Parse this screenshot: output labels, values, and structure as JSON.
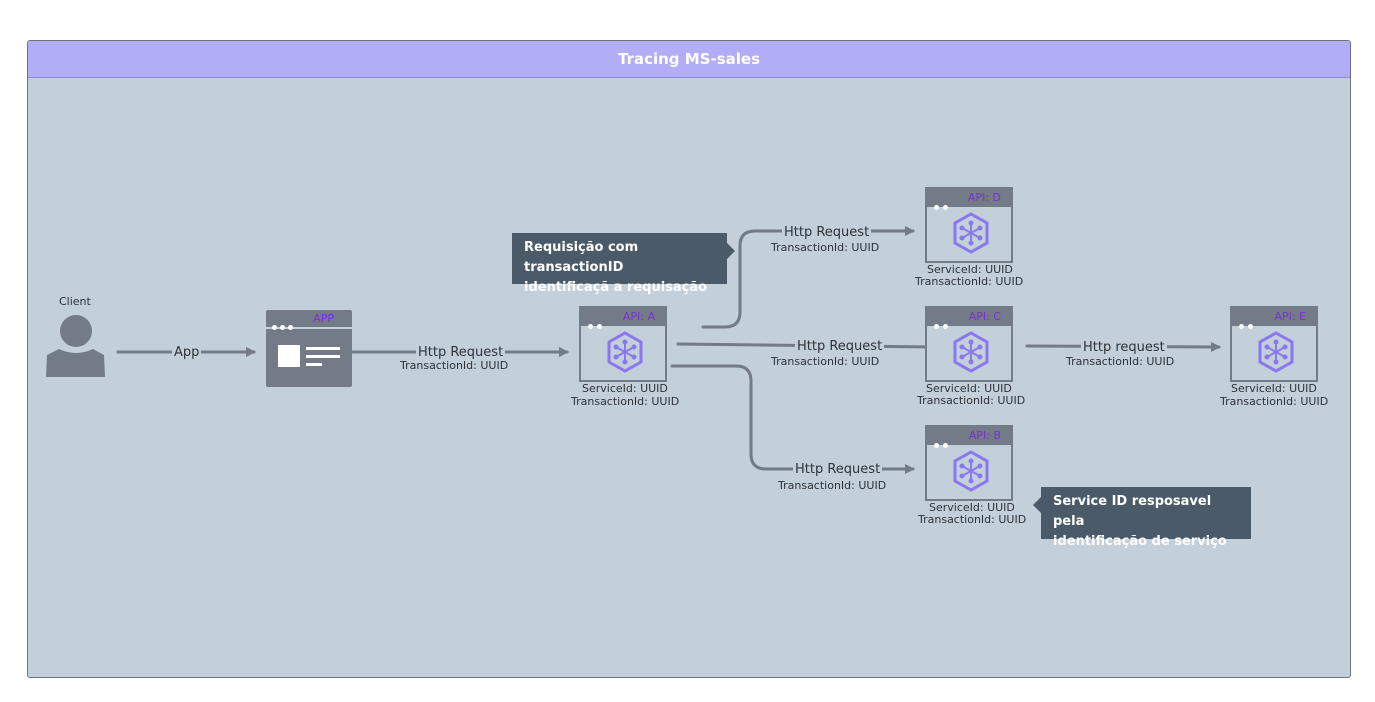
{
  "title": "Tracing MS-sales",
  "client": {
    "label": "Client"
  },
  "app": {
    "label": "APP"
  },
  "edges": {
    "client_app": "App",
    "app_a": {
      "label": "Http Request",
      "sub": "TransactionId: UUID"
    },
    "a_d": {
      "label": "Http Request",
      "sub": "TransactionId: UUID"
    },
    "a_c": {
      "label": "Http Request",
      "sub": "TransactionId: UUID"
    },
    "a_b": {
      "label": "Http Request",
      "sub": "TransactionId: UUID"
    },
    "c_e": {
      "label": "Http request",
      "sub": "TransactionId: UUID"
    }
  },
  "apis": {
    "a": {
      "name": "API: A",
      "service": "ServiceId: UUID",
      "transaction": "TransactionId: UUID"
    },
    "b": {
      "name": "API: B",
      "service": "ServiceId: UUID",
      "transaction": "TransactionId: UUID"
    },
    "c": {
      "name": "API: C",
      "service": "ServiceId: UUID",
      "transaction": "TransactionId: UUID"
    },
    "d": {
      "name": "API: D",
      "service": "ServiceId: UUID",
      "transaction": "TransactionId: UUID"
    },
    "e": {
      "name": "API: E",
      "service": "ServiceId: UUID",
      "transaction": "TransactionId: UUID"
    }
  },
  "notes": {
    "transaction": {
      "line1": "Requisição com transactionID",
      "line2": "identificaçã a requisação"
    },
    "service": {
      "line1": "Service ID resposavel pela",
      "line2": "identificação de serviço"
    }
  },
  "colors": {
    "frame": "#c3cfd9",
    "title_bar": "#b1adf7",
    "node": "#737b86",
    "api_name": "#7b2fd6",
    "icon": "#8a78f0",
    "note": "#4a5a68"
  }
}
